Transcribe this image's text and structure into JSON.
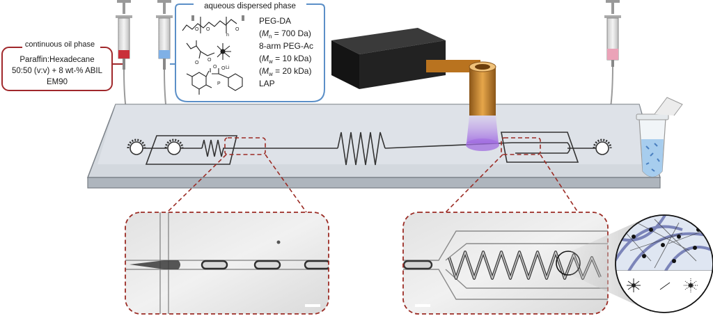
{
  "oil_phase": {
    "title": "continuous oil phase",
    "line1": "Paraffin:Hexadecane",
    "line2": "50:50 (v:v) + 8 wt-% ABIL",
    "line3": "EM90"
  },
  "aqueous_phase": {
    "title": "aqueous dispersed phase",
    "pegda": "PEG-DA",
    "pegda_mn_prefix": "(",
    "pegda_mn_sym": "M",
    "pegda_mn_sub": "n",
    "pegda_mn_val": " = 700 Da)",
    "arm": "8-arm PEG-Ac",
    "mw1_prefix": "(",
    "mw_sym": "M",
    "mw_sub": "w",
    "mw1_val": " = 10 kDa)",
    "mw2_prefix": "(",
    "mw2_val": " = 20 kDa)",
    "lap": "LAP",
    "li": "Li"
  },
  "colors": {
    "oil_accent": "#a0282b",
    "aqueous_accent": "#5b8fc7",
    "dashed_box": "#9b2b24",
    "chip": "#dfe3e8",
    "uv": "#b07fe0",
    "fiber": "#c98a2a"
  }
}
